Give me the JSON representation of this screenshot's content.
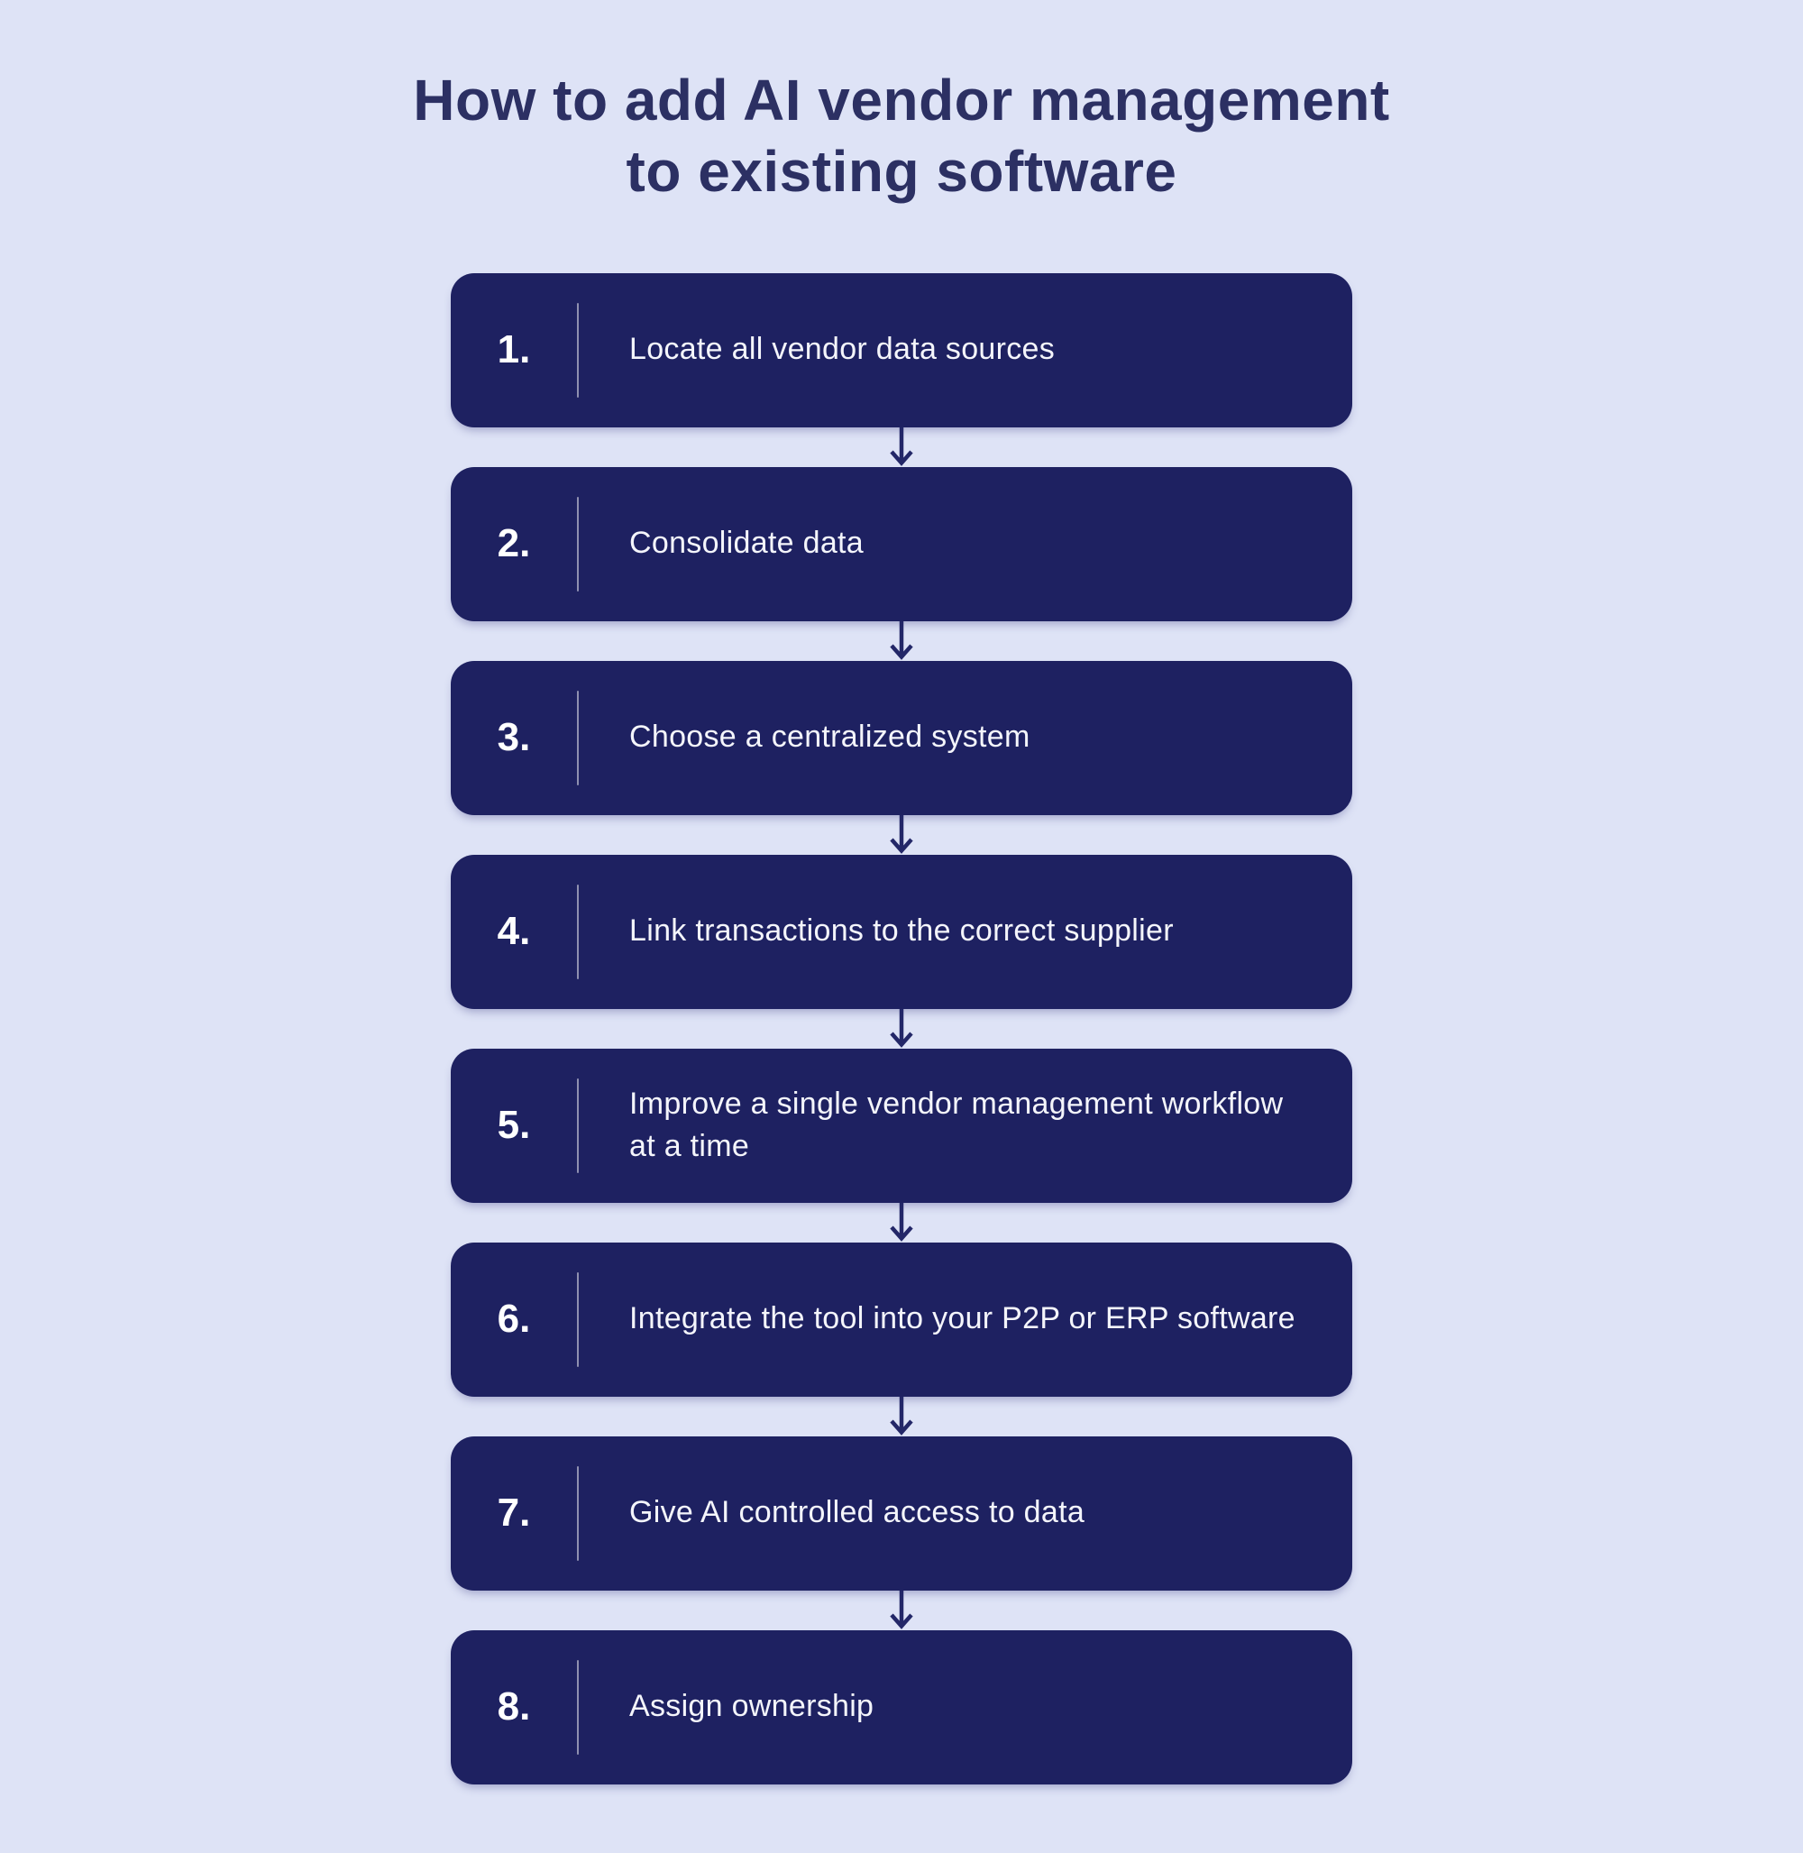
{
  "title": {
    "line1": "How to add AI vendor management",
    "line2": "to existing software"
  },
  "steps": [
    {
      "number": "1.",
      "label": "Locate all vendor data sources"
    },
    {
      "number": "2.",
      "label": "Consolidate data"
    },
    {
      "number": "3.",
      "label": "Choose a centralized system"
    },
    {
      "number": "4.",
      "label": "Link transactions to the correct supplier"
    },
    {
      "number": "5.",
      "label": "Improve a single vendor management workflow at a time"
    },
    {
      "number": "6.",
      "label": "Integrate the tool into your P2P or ERP software"
    },
    {
      "number": "7.",
      "label": "Give AI controlled access to data"
    },
    {
      "number": "8.",
      "label": "Assign ownership"
    }
  ],
  "colors": {
    "background": "#dee3f6",
    "box": "#1e2161",
    "title": "#2c3063",
    "arrow": "#232768",
    "step_text": "#f4f5fb"
  },
  "icons": {
    "connector": "arrow-down-icon"
  }
}
